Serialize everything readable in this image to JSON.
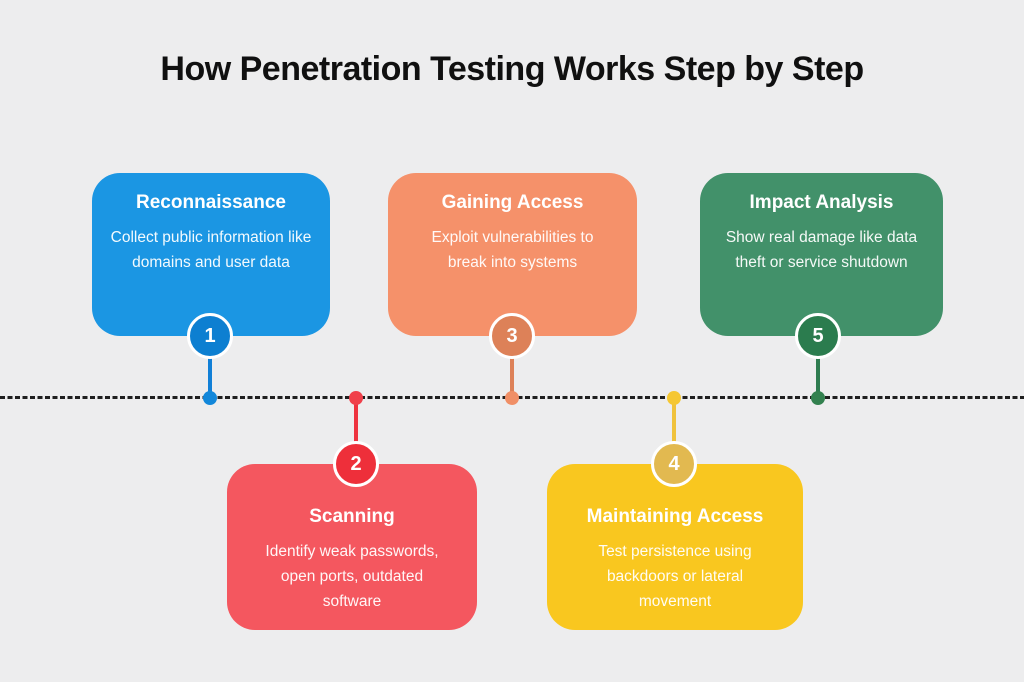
{
  "title": "How Penetration Testing Works Step by Step",
  "background_color": "#ededee",
  "timeline": {
    "style": "dashed",
    "line_color": "#1f1f1f"
  },
  "steps": [
    {
      "number": "1",
      "position": "above",
      "name": "Reconnaissance",
      "description": "Collect public information like domains and user data",
      "colors": {
        "card": "#1b96e3",
        "circle": "#0d7fd1",
        "line": "#1180d7",
        "dot": "#1287da"
      }
    },
    {
      "number": "2",
      "position": "below",
      "name": "Scanning",
      "description": "Identify weak passwords, open ports, outdated software",
      "colors": {
        "card": "#f4575f",
        "circle": "#ee2f3a",
        "line": "#ee333f",
        "dot": "#f0404a"
      }
    },
    {
      "number": "3",
      "position": "above",
      "name": "Gaining Access",
      "description": "Exploit vulnerabilities to break into systems",
      "colors": {
        "card": "#f5916a",
        "circle": "#dd8158",
        "line": "#dd8158",
        "dot": "#f08f66"
      }
    },
    {
      "number": "4",
      "position": "below",
      "name": "Maintaining Access",
      "description": "Test persistence using backdoors or lateral movement",
      "colors": {
        "card": "#f9c71f",
        "circle": "#e2b950",
        "line": "#f0c23c",
        "dot": "#f5c733"
      }
    },
    {
      "number": "5",
      "position": "above",
      "name": "Impact Analysis",
      "description": "Show real damage like data theft or service shutdown",
      "colors": {
        "card": "#42916a",
        "circle": "#2b7c4e",
        "line": "#2e7c50",
        "dot": "#33814f"
      }
    }
  ]
}
